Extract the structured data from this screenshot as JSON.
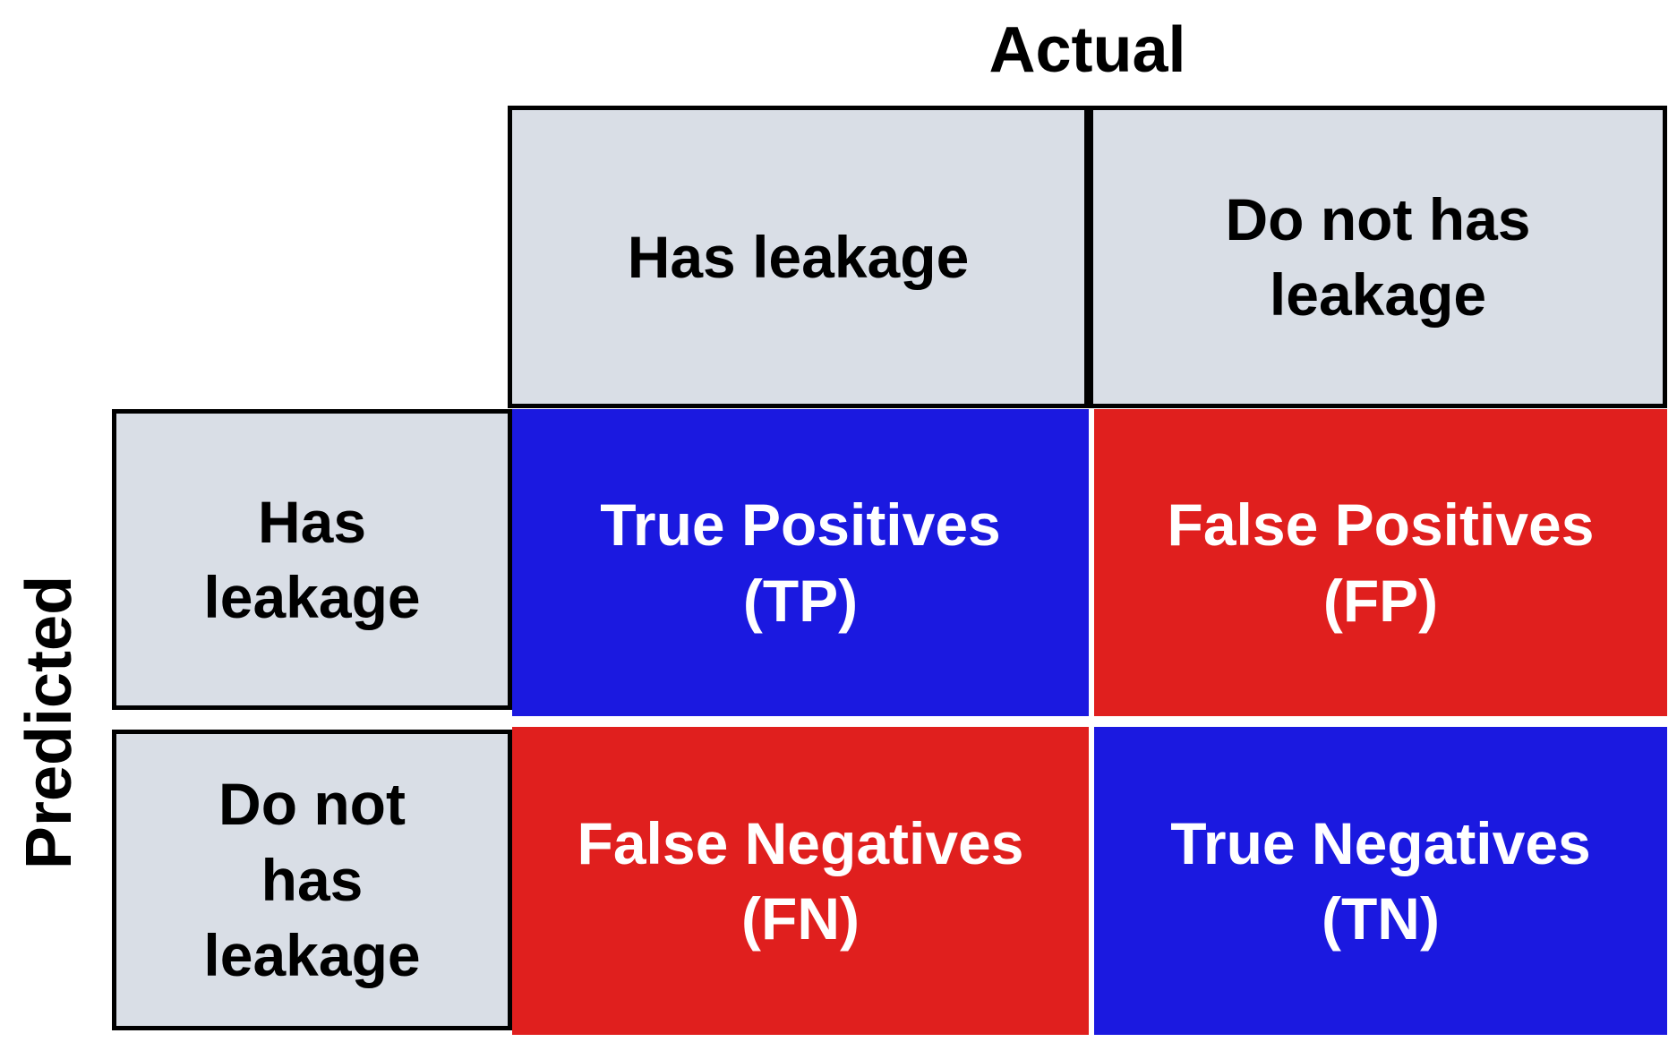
{
  "matrix": {
    "axis_top": "Actual",
    "axis_left": "Predicted",
    "column_headers": [
      "Has leakage",
      "Do not has\nleakage"
    ],
    "row_headers": [
      "Has\nleakage",
      "Do not\nhas\nleakage"
    ],
    "cells": [
      {
        "id": "true-positives",
        "label": "True Positives\n(TP)",
        "bg": "blue"
      },
      {
        "id": "false-positives",
        "label": "False Positives\n(FP)",
        "bg": "red"
      },
      {
        "id": "false-negatives",
        "label": "False Negatives\n(FN)",
        "bg": "red"
      },
      {
        "id": "true-negatives",
        "label": "True Negatives\n(TN)",
        "bg": "blue"
      }
    ]
  },
  "colors": {
    "blue": "#1b19e0",
    "red": "#e01f1e",
    "header_bg": "#d9dee6",
    "border": "#000000",
    "cell_text": "#ffffff",
    "header_text": "#000000",
    "background": "#ffffff"
  }
}
